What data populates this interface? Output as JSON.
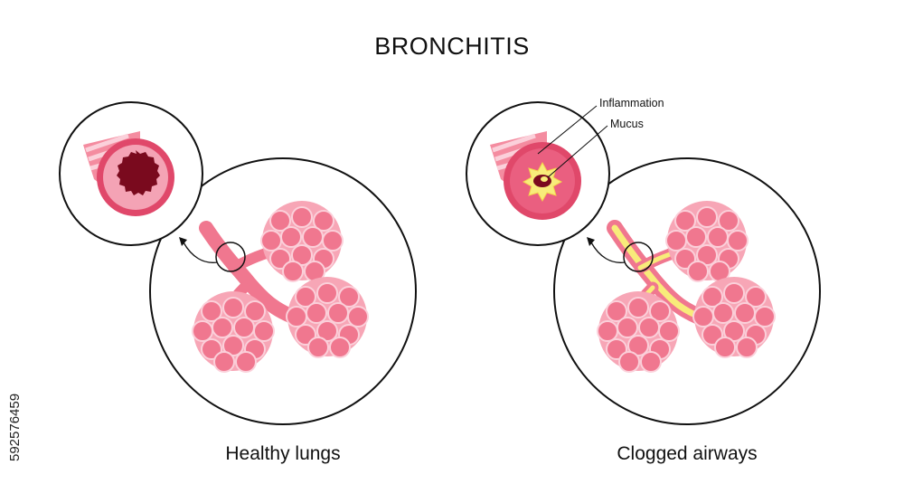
{
  "title": "BRONCHITIS",
  "panels": {
    "left": {
      "caption": "Healthy lungs"
    },
    "right": {
      "caption": "Clogged airways",
      "callouts": {
        "inflammation": "Inflammation",
        "mucus": "Mucus"
      }
    }
  },
  "watermark": "592576459",
  "colors": {
    "alveoli_fill": "#f0778f",
    "alveoli_edge": "#f9b3c2",
    "bronchus_wall": "#e0486a",
    "bronchus_lumen": "#7a0a1e",
    "mucus": "#f8ec7a",
    "outline": "#111111"
  }
}
